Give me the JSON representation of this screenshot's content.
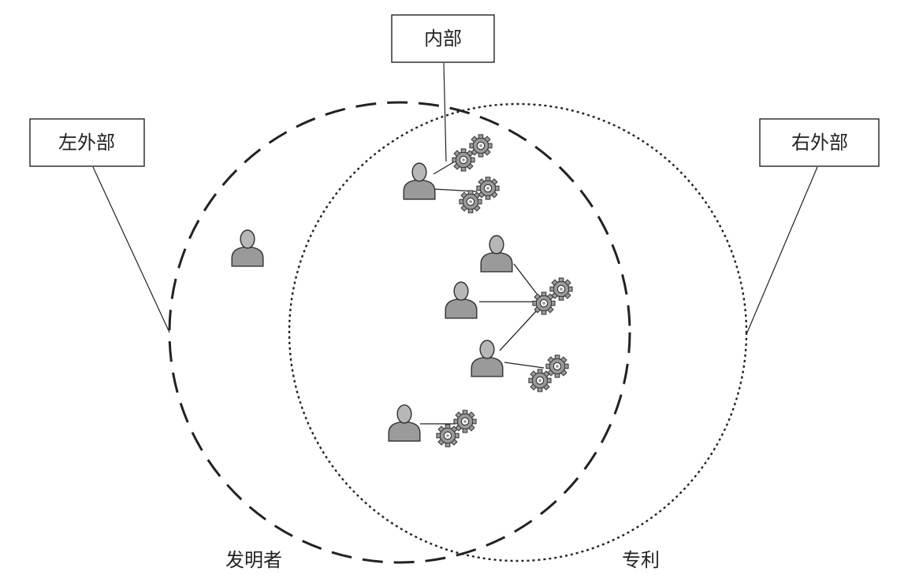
{
  "labels": {
    "inner": "内部",
    "left_outer": "左外部",
    "right_outer": "右外部",
    "inventor_set": "发明者",
    "patent_set": "专利"
  },
  "icons": {
    "person": "person-icon",
    "patent": "gear-pair-icon"
  },
  "colors": {
    "stroke": "#222222",
    "icon_fill": "#9a9a9a",
    "icon_stroke": "#333333"
  }
}
